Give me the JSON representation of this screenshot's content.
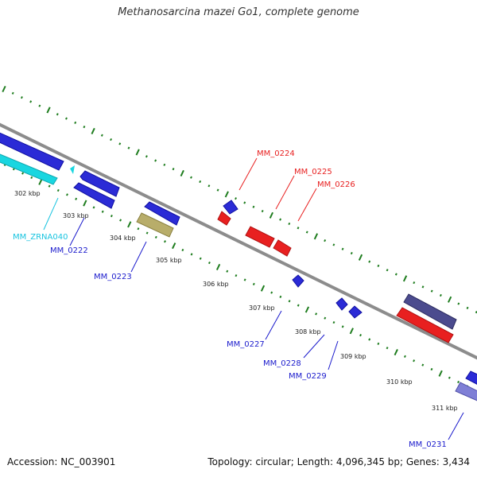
{
  "title": "Methanosarcina mazei Go1, complete genome",
  "footer": {
    "accession": "Accession: NC_003901",
    "topology": "Topology: circular; Length: 4,096,345 bp; Genes: 3,434"
  },
  "colors": {
    "backbone": "#8c8c8c",
    "tick_marks": "#1f7d1f",
    "forward_cds": "#2b2bd6",
    "reverse_cds": "#e82020",
    "rna": "#19d6e0",
    "other_gene": "#b8ad6a",
    "dark_gene": "#4b4b8e",
    "light_gene": "#7f7fd6"
  },
  "scale_labels": [
    "302 kbp",
    "303 kbp",
    "304 kbp",
    "305 kbp",
    "306 kbp",
    "307 kbp",
    "308 kbp",
    "309 kbp",
    "310 kbp",
    "311 kbp"
  ],
  "gene_labels": [
    {
      "text": "MM_0224",
      "color": "#e82020"
    },
    {
      "text": "MM_0225",
      "color": "#e82020"
    },
    {
      "text": "MM_0226",
      "color": "#e82020"
    },
    {
      "text": "MM_ZRNA040",
      "color": "#19c4e0"
    },
    {
      "text": "MM_0222",
      "color": "#1a1acc"
    },
    {
      "text": "MM_0223",
      "color": "#1a1acc"
    },
    {
      "text": "MM_0227",
      "color": "#1a1acc"
    },
    {
      "text": "MM_0228",
      "color": "#1a1acc"
    },
    {
      "text": "MM_0229",
      "color": "#1a1acc"
    },
    {
      "text": "MM_0231",
      "color": "#1a1acc"
    }
  ]
}
